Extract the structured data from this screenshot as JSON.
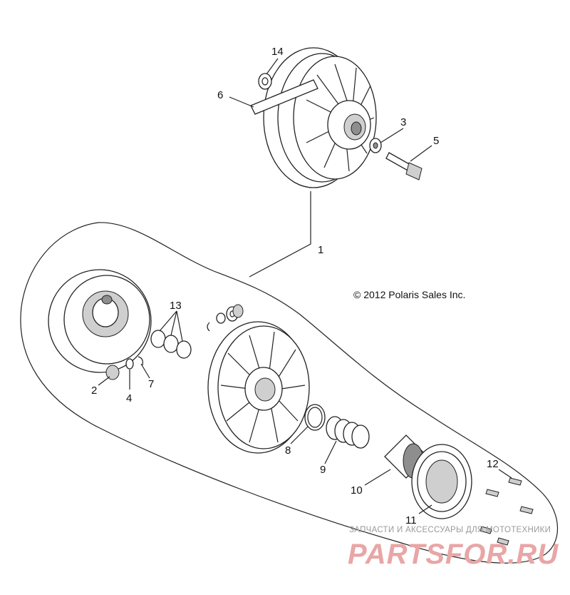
{
  "diagram": {
    "copyright": "© 2012 Polaris Sales Inc.",
    "callouts": [
      {
        "id": "c14",
        "label": "14"
      },
      {
        "id": "c6",
        "label": "6"
      },
      {
        "id": "c3",
        "label": "3"
      },
      {
        "id": "c5",
        "label": "5"
      },
      {
        "id": "c1",
        "label": "1"
      },
      {
        "id": "c13",
        "label": "13"
      },
      {
        "id": "c2",
        "label": "2"
      },
      {
        "id": "c4",
        "label": "4"
      },
      {
        "id": "c7",
        "label": "7"
      },
      {
        "id": "c8",
        "label": "8"
      },
      {
        "id": "c9",
        "label": "9"
      },
      {
        "id": "c10",
        "label": "10"
      },
      {
        "id": "c11",
        "label": "11"
      },
      {
        "id": "c12",
        "label": "12"
      }
    ]
  },
  "watermark": {
    "subtitle": "ЗАПЧАСТИ И АКСЕССУАРЫ ДЛЯ МОТОТЕХНИКИ",
    "brand": "PARTSFOR.RU"
  }
}
